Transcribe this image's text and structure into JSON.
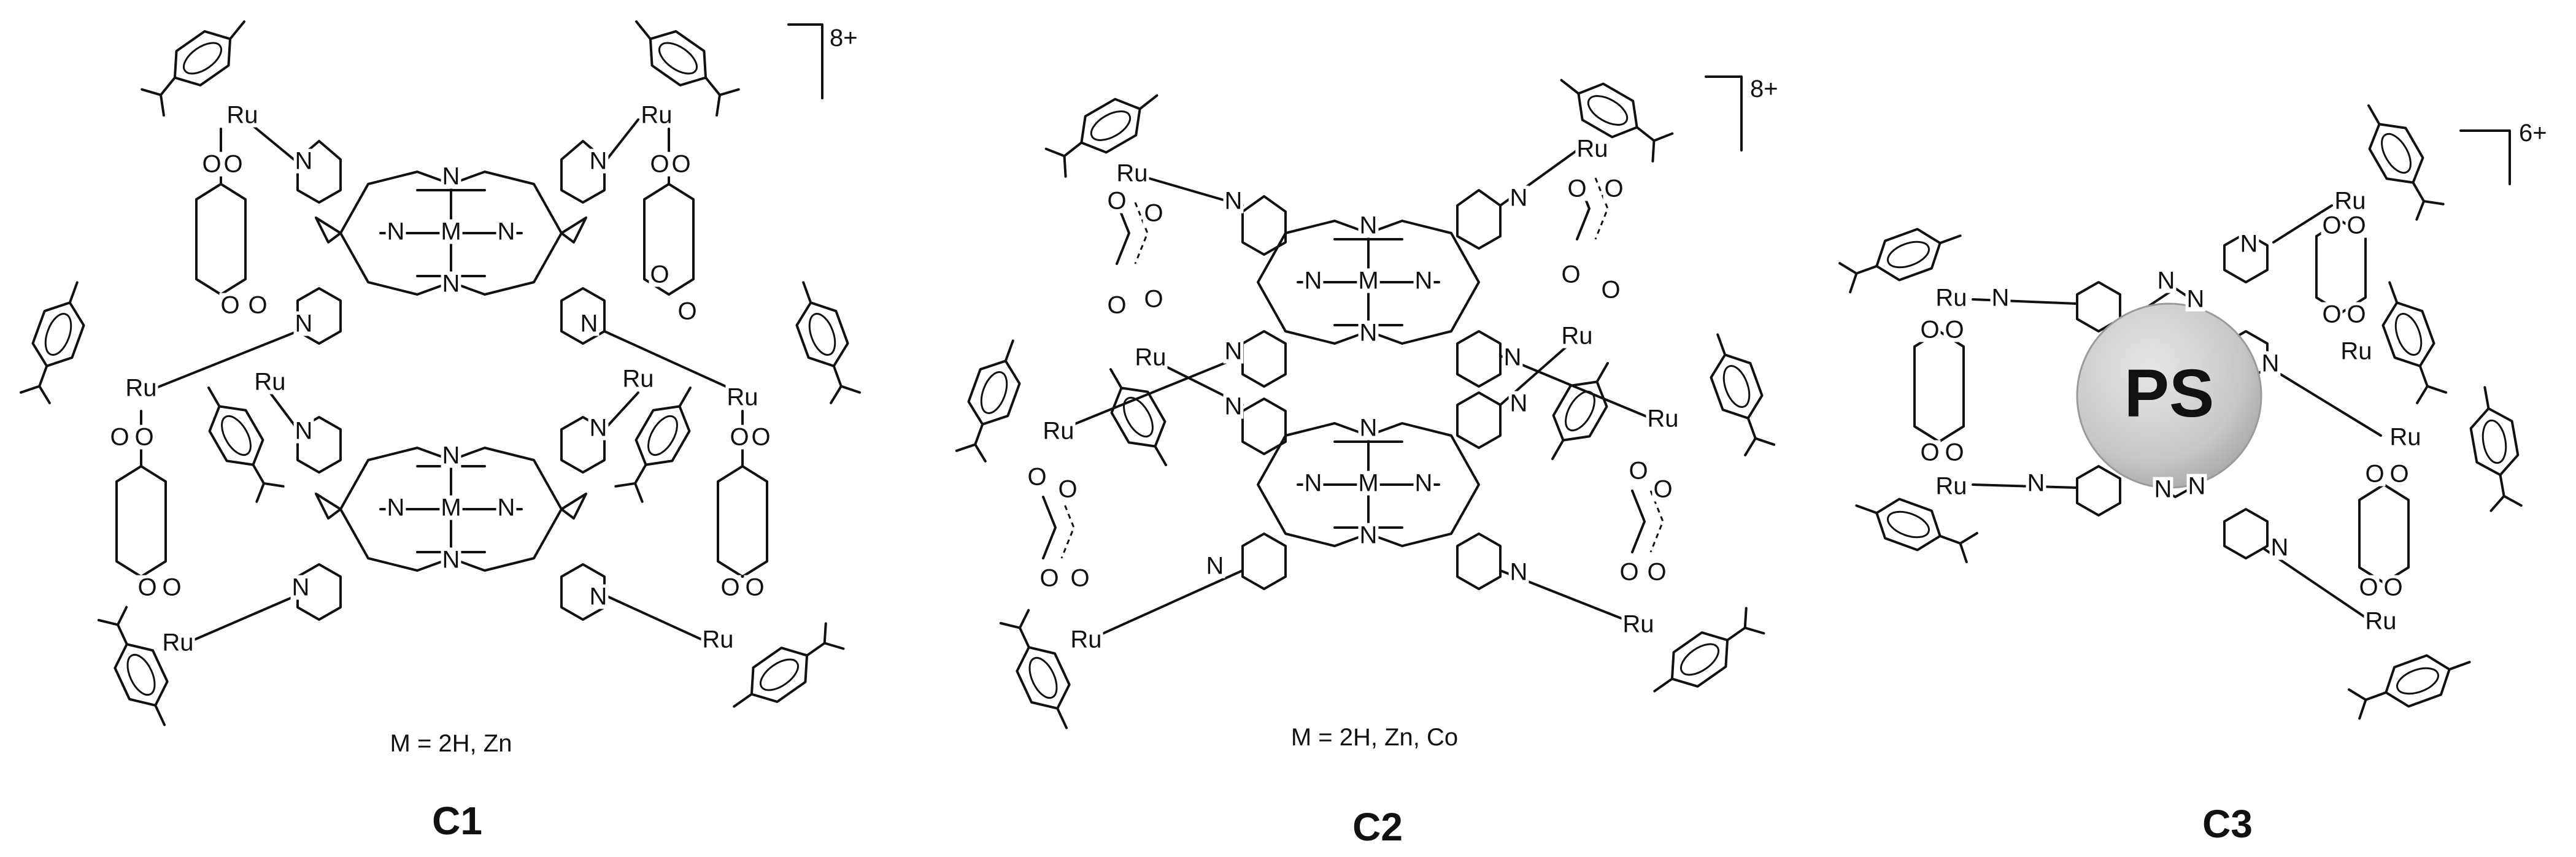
{
  "complexes": [
    {
      "label": "C1",
      "charge": "8+",
      "metal_caption": "M = 2H, Zn"
    },
    {
      "label": "C2",
      "charge": "8+",
      "metal_caption": "M = 2H, Zn, Co"
    },
    {
      "label": "C3",
      "charge": "6+",
      "metal_caption": ""
    }
  ],
  "atoms": {
    "ruthenium": "Ru",
    "nitrogen": "N",
    "oxygen": "O",
    "metal": "M"
  },
  "guest": {
    "label": "PS",
    "fill_color": "#c8c8c8"
  }
}
